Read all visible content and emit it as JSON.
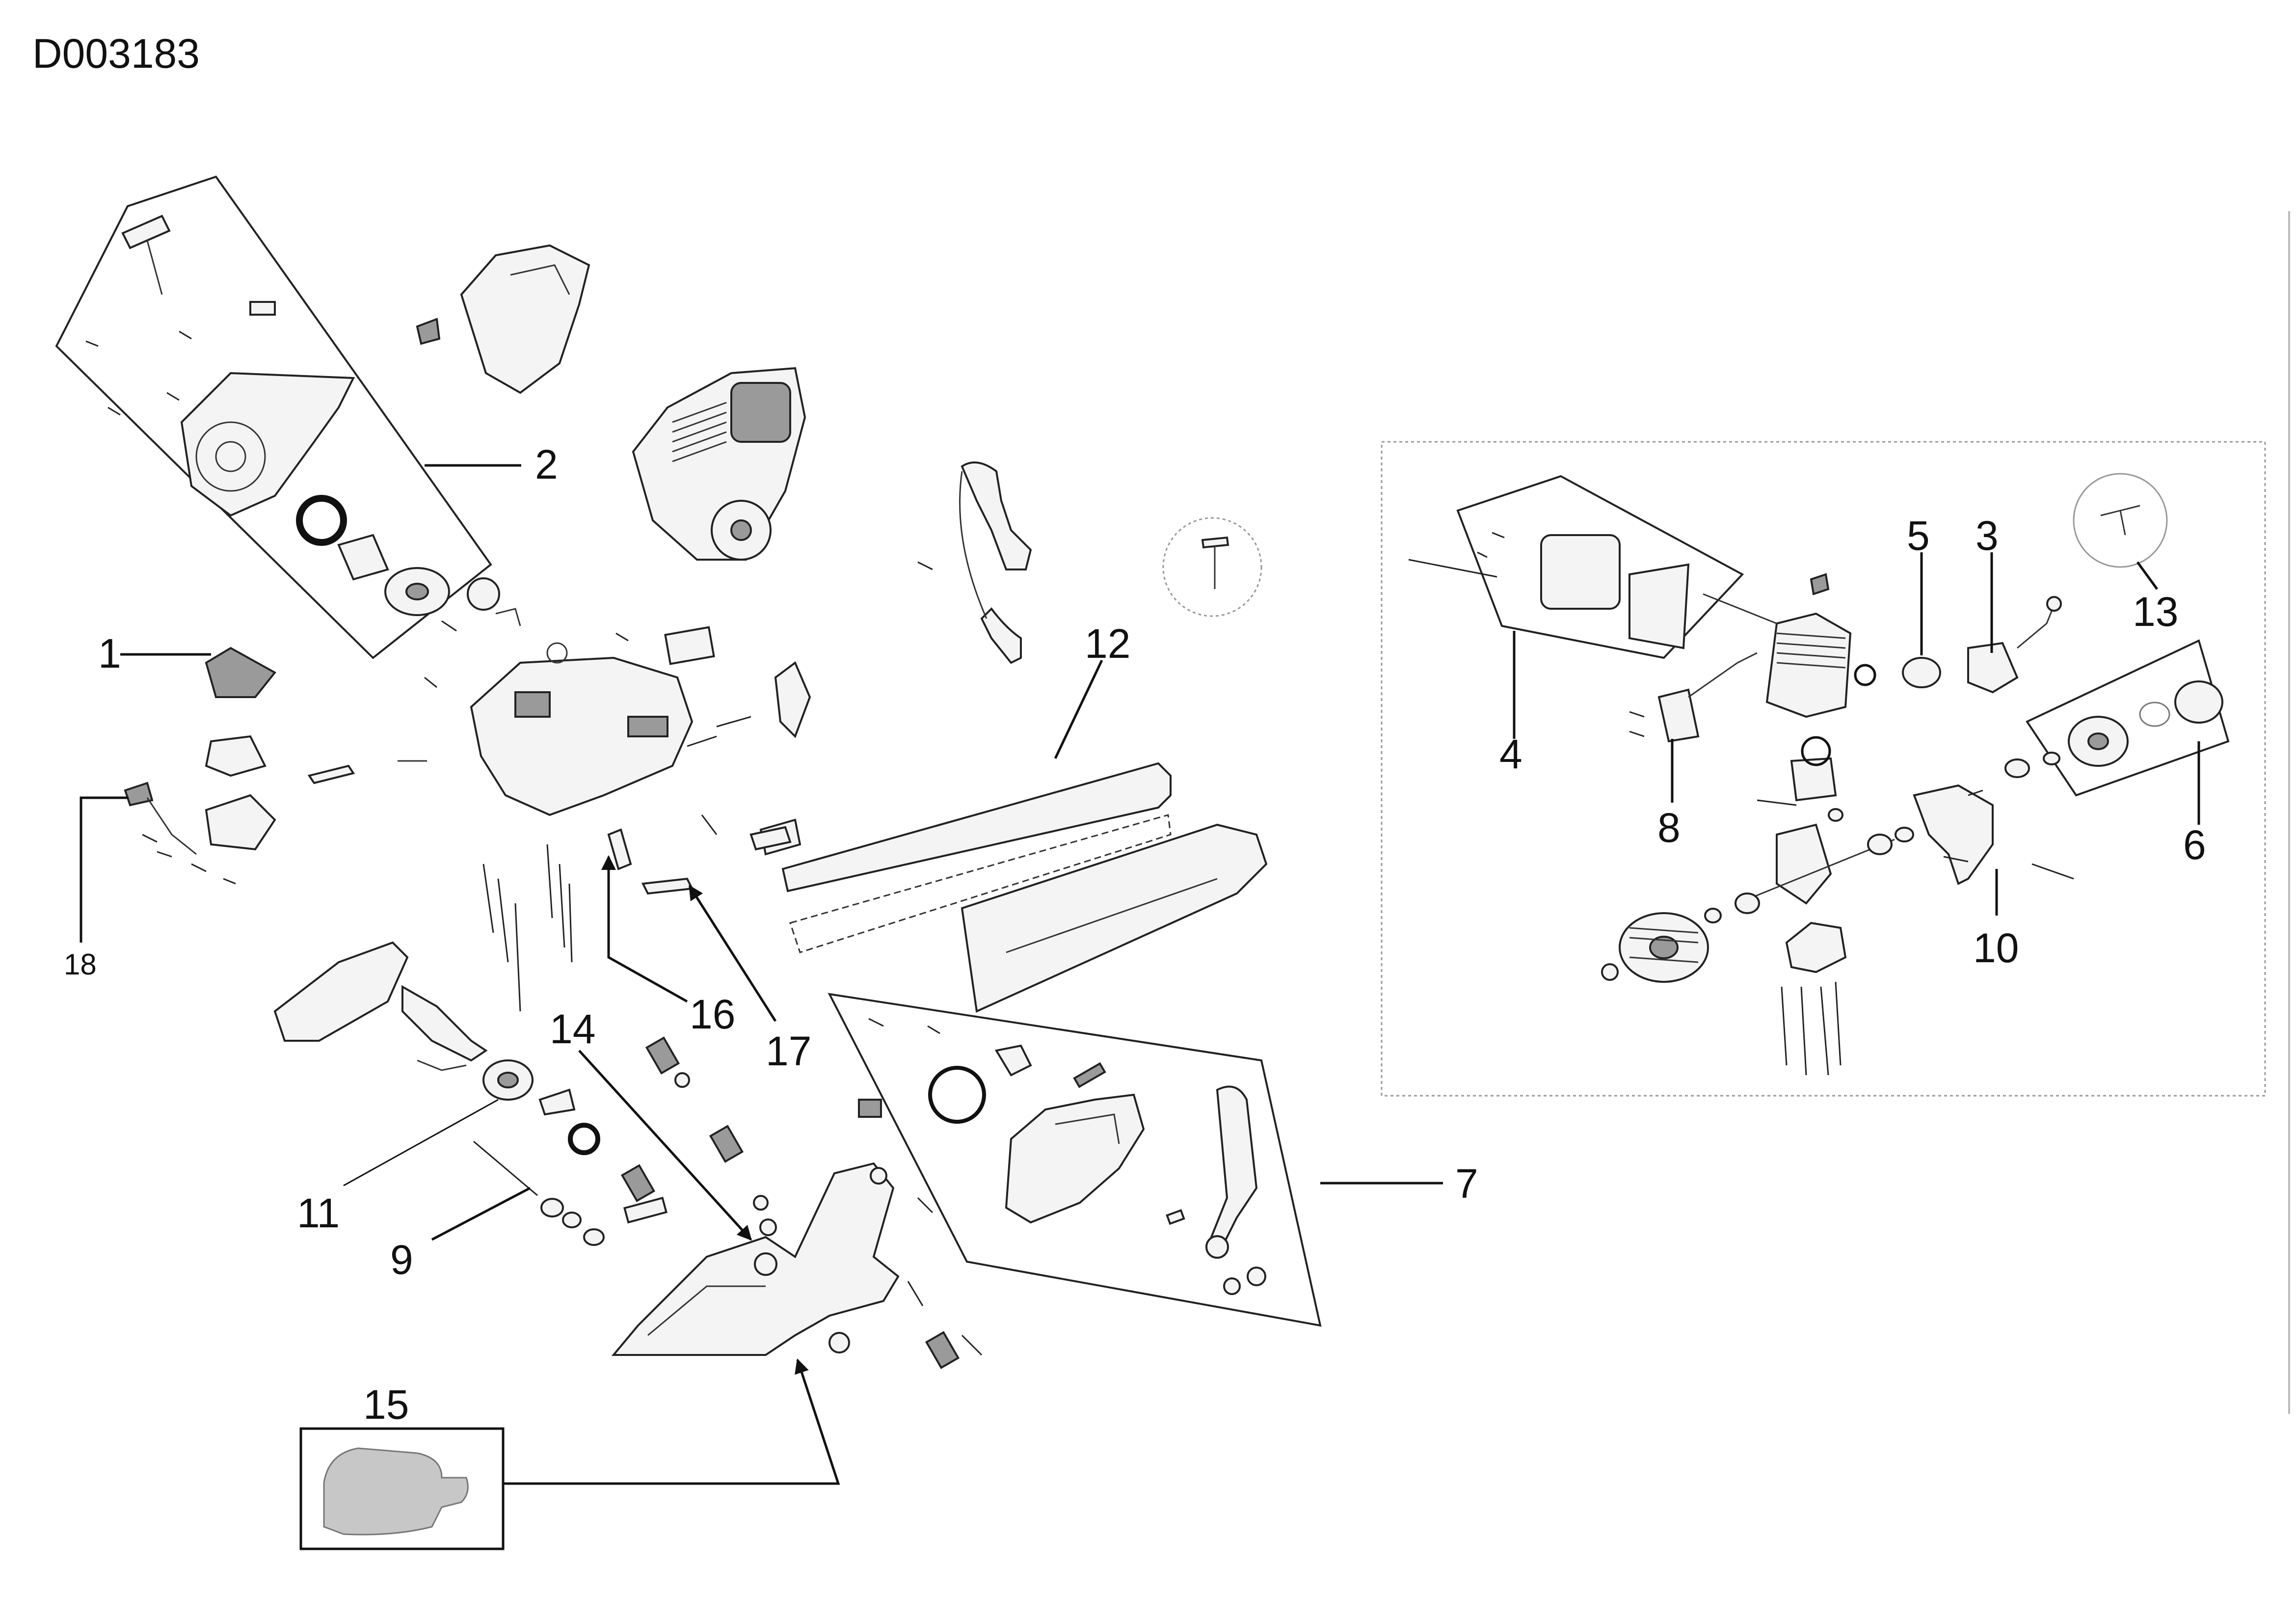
{
  "document": {
    "id": "D003183"
  },
  "callouts": [
    "1",
    "2",
    "3",
    "4",
    "5",
    "6",
    "7",
    "8",
    "9",
    "10",
    "11",
    "12",
    "13",
    "14",
    "15",
    "16",
    "17",
    "18"
  ],
  "colors": {
    "ink": "#111111",
    "panel": "#f4f4f4",
    "shade": "#9a9a9a",
    "inset_border": "#999999"
  }
}
